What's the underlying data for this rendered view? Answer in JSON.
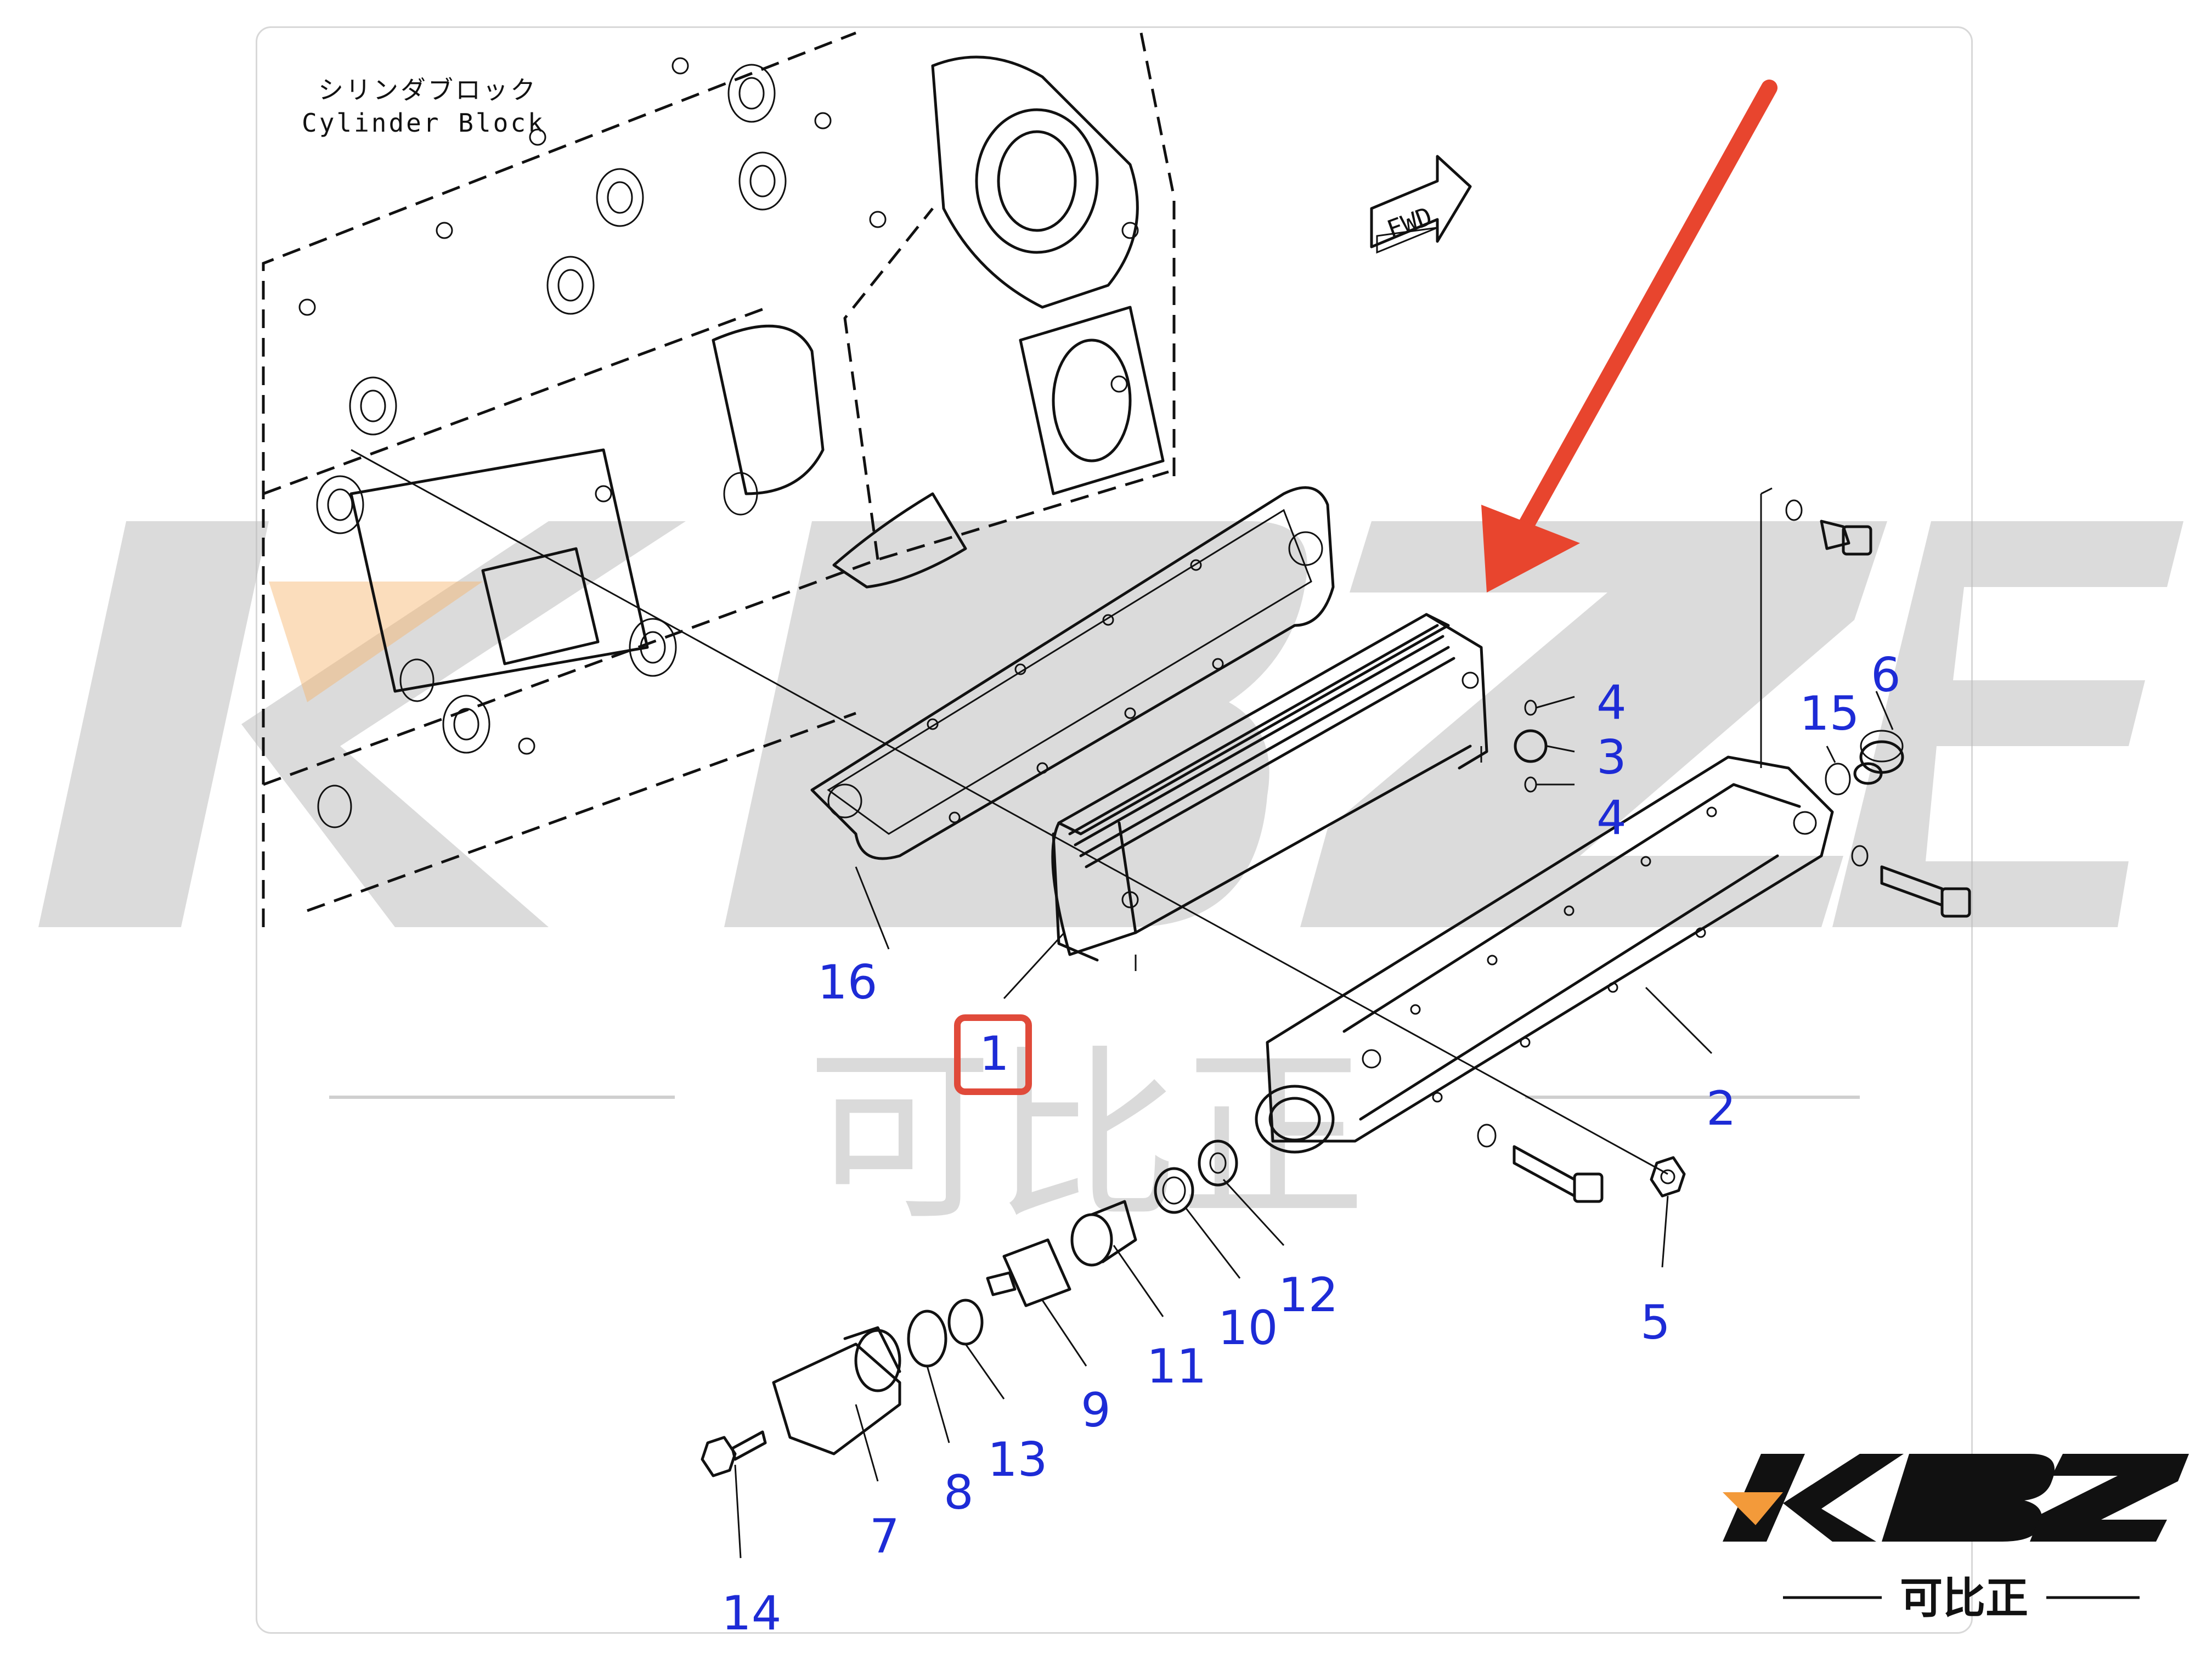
{
  "header": {
    "label_jp": "シリンダブロック",
    "label_en": "Cylinder Block"
  },
  "fwd_label": "FWD",
  "callouts": {
    "c1": "1",
    "c2": "2",
    "c3": "3",
    "c4a": "4",
    "c4b": "4",
    "c5": "5",
    "c6": "6",
    "c7": "7",
    "c8": "8",
    "c9": "9",
    "c10": "10",
    "c11": "11",
    "c12": "12",
    "c13": "13",
    "c14": "14",
    "c15": "15",
    "c16": "16"
  },
  "highlight": {
    "part": "1",
    "box_color": "#e04a3a"
  },
  "arrow_color": "#e8452e",
  "watermark": {
    "text": "KBZE",
    "sub": "可比正",
    "color": "#bdbdbd"
  },
  "logo": {
    "text": "KBZE",
    "sub": "可比正",
    "color": "#111111",
    "accent": "#f39a3a"
  }
}
